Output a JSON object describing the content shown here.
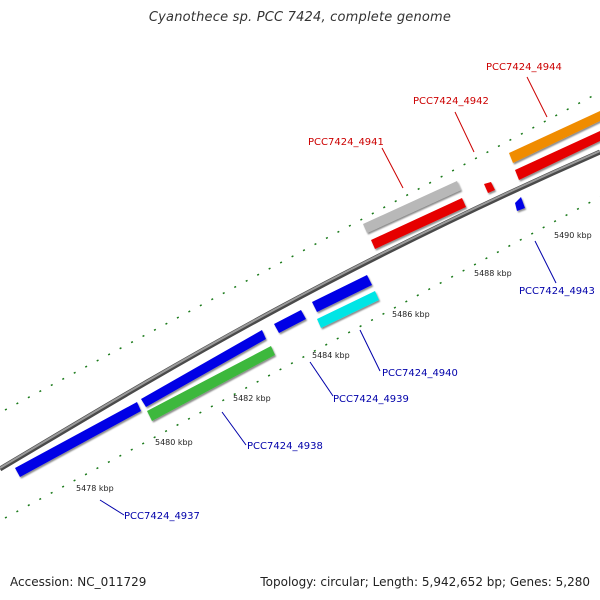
{
  "title": "Cyanothece sp. PCC 7424, complete genome",
  "accession": "Accession: NC_011729",
  "summary": "Topology: circular; Length: 5,942,652 bp; Genes: 5,280",
  "ticks": [
    "5478 kbp",
    "5480 kbp",
    "5482 kbp",
    "5484 kbp",
    "5486 kbp",
    "5488 kbp",
    "5490 kbp"
  ],
  "genes": [
    {
      "id": "PCC7424_4937",
      "color": "#0000e6"
    },
    {
      "id": "PCC7424_4938",
      "color": "#3cb83c"
    },
    {
      "id": "PCC7424_4939",
      "color": "#0000e6"
    },
    {
      "id": "PCC7424_4940",
      "color": "#00e5e5"
    },
    {
      "id": "PCC7424_4941",
      "color": "#b8b8b8"
    },
    {
      "id": "PCC7424_4942",
      "color": "#e60000"
    },
    {
      "id": "PCC7424_4943",
      "color": "#0000e6"
    },
    {
      "id": "PCC7424_4944",
      "color": "#f08c00"
    }
  ],
  "colors": {
    "forward_label": "#cc0000",
    "reverse_label": "#0000aa",
    "tick_green": "#1a7a1a",
    "backbone": "#777777",
    "red_gene": "#e60000"
  }
}
